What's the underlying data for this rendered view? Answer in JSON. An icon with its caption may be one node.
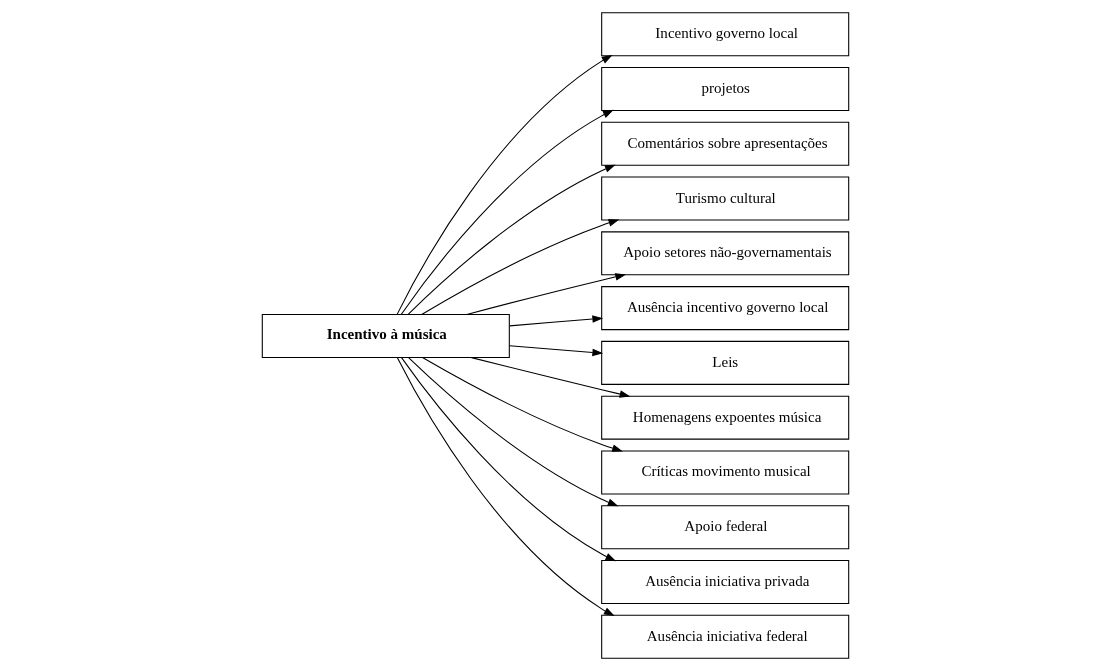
{
  "diagram": {
    "nodes": [
      {
        "text": [
          "Incentivo à música"
        ]
      },
      {
        "text": [
          "Incentivo governo local"
        ]
      },
      {
        "text": [
          "projetos"
        ]
      },
      {
        "text": [
          "Comentários sobre apresentações"
        ]
      },
      {
        "text": [
          "Turismo cultural"
        ]
      },
      {
        "text": [
          "Apoio setores não-governamentais"
        ]
      },
      {
        "text": [
          "Ausência incentivo governo local"
        ]
      },
      {
        "text": [
          "Leis"
        ]
      },
      {
        "text": [
          "Homenagens expoentes música"
        ]
      },
      {
        "text": [
          "Críticas movimento musical"
        ]
      },
      {
        "text": [
          "Apoio federal"
        ]
      },
      {
        "text": [
          "Ausência iniciativa privada"
        ]
      },
      {
        "text": [
          "Ausência iniciativa federal"
        ]
      }
    ],
    "edges": [
      {
        "from": 0,
        "to": 1,
        "arrow": "to"
      },
      {
        "from": 0,
        "to": 2,
        "arrow": "to"
      },
      {
        "from": 0,
        "to": 3,
        "arrow": "to"
      },
      {
        "from": 0,
        "to": 4,
        "arrow": "to"
      },
      {
        "from": 0,
        "to": 5,
        "arrow": "to"
      },
      {
        "from": 0,
        "to": 6,
        "arrow": "to"
      },
      {
        "from": 0,
        "to": 7,
        "arrow": "to"
      },
      {
        "from": 0,
        "to": 8,
        "arrow": "to"
      },
      {
        "from": 0,
        "to": 9,
        "arrow": "to"
      },
      {
        "from": 0,
        "to": 10,
        "arrow": "to"
      },
      {
        "from": 0,
        "to": 11,
        "arrow": "to"
      },
      {
        "from": 0,
        "to": 12,
        "arrow": "to"
      }
    ]
  }
}
